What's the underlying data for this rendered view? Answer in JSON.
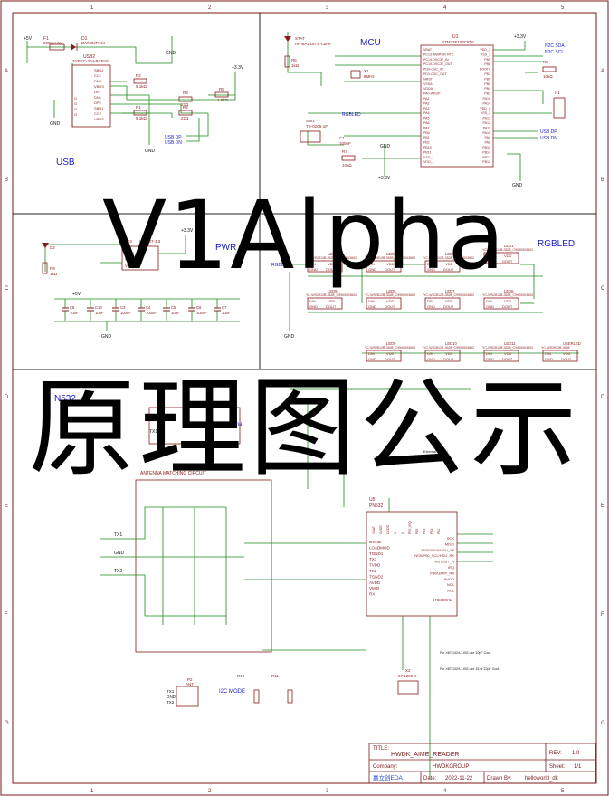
{
  "overlay": {
    "title": "V1Alpha",
    "subtitle": "原理图公示"
  },
  "sections": {
    "usb": "USB",
    "mcu": "MCU",
    "pwr": "PWR",
    "rgbled": "RGBLED",
    "pn532": "N532",
    "i2c_mode": "I2C MODE"
  },
  "usb": {
    "f1": "F1",
    "f1_value": "500mA 6V",
    "d1": "D1",
    "d1_value": "BAT60JFILM",
    "usb2": "USB2",
    "usb2_value": "TYPEC-304-BCP16",
    "vcc": "+5V",
    "r2": "R2",
    "r2_value": "5.1kΩ",
    "r3": "R3",
    "r3_value": "22Ω",
    "r4": "R4",
    "r4_value": "22Ω",
    "r5": "R5",
    "r5_value": "1.5kΩ",
    "r1": "R1",
    "r1_value": "5.1kΩ",
    "v33": "+3.3V",
    "gnd": "GND",
    "usb_dp": "USB DP",
    "usb_dn": "USB DN",
    "pins": [
      "SBU2",
      "CC1",
      "DN2",
      "VBUS",
      "DP1",
      "DN1",
      "DP2",
      "SBU1",
      "CC2",
      "VBUS"
    ]
  },
  "mcu": {
    "u1": "U1",
    "u1_value": "STM32F103C8T6",
    "led": "STAT",
    "led_value": "RF-BAS15TS-CB-R",
    "r6": "R6",
    "r6_value": "1kΩ",
    "c1": "C1",
    "c1_value": "100nF",
    "sw1": "SW1",
    "sw1_value": "TS-0205-1F",
    "x1": "X1",
    "x1_value": "8MHz",
    "r7": "R7",
    "r7_value": "10kΩ",
    "r8": "R8",
    "r8_value": "10kΩ",
    "rgbled_net": "RGBLED",
    "h1": "H1",
    "v33": "+3.3V",
    "gnd": "GND",
    "i2c_sda": "N2C SDA",
    "i2c_scl": "N2C SCL",
    "usb_dp": "USB DP",
    "usb_dn": "USB DN",
    "left_pins": [
      "VBAT",
      "PC13-TAMPER-RTC",
      "PC14-OSC32_IN",
      "PC15-OSC32_OUT",
      "PD0-OSC_IN",
      "PD1-OSC_OUT",
      "NRST",
      "VSSA",
      "VDDA",
      "PA0-WKUP",
      "PA1",
      "PA2",
      "PA3",
      "PA4",
      "PA5",
      "PA6",
      "PA7",
      "PB0",
      "PB1",
      "PB2",
      "PB10",
      "PB11",
      "VSS_1",
      "VDD_1"
    ],
    "right_pins": [
      "VDD_3",
      "VSS_3",
      "PB9",
      "PB8",
      "BOOT0",
      "PB7",
      "PB6",
      "PB5",
      "PB4",
      "PB3",
      "PA15",
      "PA14",
      "VDD_2",
      "VSS_2",
      "PA13",
      "PA12",
      "PA11",
      "PA10",
      "PA9",
      "PA8",
      "PB15",
      "PB14",
      "PB13",
      "PB12"
    ]
  },
  "pwr": {
    "u3": "U3",
    "ldo_value": "LP3907-3.3",
    "pins": [
      "GND",
      "VOUT",
      "VIN"
    ],
    "d2": "D2",
    "r9": "R9",
    "r9_value": "1kΩ",
    "v5": "+5V",
    "v33": "+3.3V",
    "gnd": "GND",
    "caps": [
      {
        "name": "C8",
        "value": "10uF"
      },
      {
        "name": "C10",
        "value": "10uF"
      },
      {
        "name": "C3",
        "value": "100nF"
      },
      {
        "name": "C4",
        "value": "100nF"
      },
      {
        "name": "C5",
        "value": "10uF"
      },
      {
        "name": "C6",
        "value": "100nF"
      },
      {
        "name": "C7",
        "value": "10uF"
      }
    ]
  },
  "rgbled": {
    "net": "RGBLED",
    "leds": [
      {
        "name": "LED2",
        "value": "YC-WS2812B-3528_C9900003602"
      },
      {
        "name": "LED3",
        "value": "YC-WS2812B-3528_C9900003602"
      },
      {
        "name": "LED4",
        "value": "YC-WS2812B-3528_C9900003602"
      },
      {
        "name": "LED1",
        "value": "YC-WS2812B-3528_C9900003602"
      },
      {
        "name": "LED5",
        "value": "YC-WS2812B-3528_C9900003602"
      },
      {
        "name": "LED6",
        "value": "YC-WS2812B-3528_C9900003602"
      },
      {
        "name": "LED7",
        "value": "YC-WS2812B-3528_C9900003602"
      },
      {
        "name": "LED8",
        "value": "YC-WS2812B-3528_C9900003602"
      },
      {
        "name": "LED9",
        "value": "YC-WS2812B-3528_C9900003602"
      },
      {
        "name": "LED10",
        "value": "YC-WS2812B-3528_C9900003602"
      },
      {
        "name": "LED11",
        "value": "YC-WS2812B-3528_C9900003602"
      },
      {
        "name": "USERLED",
        "value": "YC-WS2812B-3528"
      }
    ],
    "pin_din": "DIN",
    "pin_dout": "DOUT",
    "pin_vdd": "VDD",
    "pin_gnd": "GND",
    "gnd": "GND"
  },
  "pn532": {
    "u5": "U5",
    "u5_value": "PN532",
    "antenna": "Antenna",
    "matching": "ANTENNA MATCHING CIRCUIT",
    "tx1": "TX1",
    "tx2": "TX2",
    "gnd": "GND",
    "thermal": "THERMAL",
    "note1": "For X87-1424-1-BG use 10pF Cout",
    "note2": "For X87-1329-1-BG use 15 or 22pF Cout",
    "x2": "X2",
    "x2_value": "27.12MHz",
    "left_pins": [
      "DGND",
      "LOADMOD",
      "TGND1",
      "TX1",
      "TVDD",
      "TX2",
      "TGND2",
      "AVDD",
      "VMID",
      "RX"
    ],
    "right_pins": [
      "SCK",
      "MISO",
      "MOSI/SDA/HSU_TX",
      "NSS/P50_SCL/HSU_RX",
      "RSTOUT_N",
      "IRQ",
      "P30/UART_RX",
      "PVDD",
      "NC1",
      "NC2"
    ],
    "top_pins": [
      "VBAT",
      "SVDD",
      "DVDD",
      "I0",
      "I1",
      "P70_IRQ",
      "P35",
      "P34",
      "P33",
      "P32"
    ],
    "external_supply": "External Supply",
    "internal_supply": "Internal Supply"
  },
  "i2c": {
    "p2": "P2",
    "p2_value": "ANT",
    "ant_pins": [
      "TX1",
      "GND",
      "TX2"
    ],
    "r10": "R10",
    "r11": "R11",
    "gnd": "GND"
  },
  "title_block": {
    "title_label": "TITLE:",
    "title": "HWDK_AIME_READER",
    "rev_label": "REV:",
    "rev": "1.0",
    "company_label": "Company:",
    "company": "HWDKGROUP",
    "sheet_label": "Sheet:",
    "sheet": "1/1",
    "date_label": "Date:",
    "date": "2022-11-22",
    "drawn_label": "Drawn By:",
    "drawn": "helloworld_dk",
    "logo": "嘉立创EDA"
  },
  "colors": {
    "border": "#7a1a1a",
    "wire": "#1a8a1a",
    "net": "#1a1acc",
    "component": "#8a1a1a",
    "text": "#111111",
    "overlay": "#000000"
  }
}
